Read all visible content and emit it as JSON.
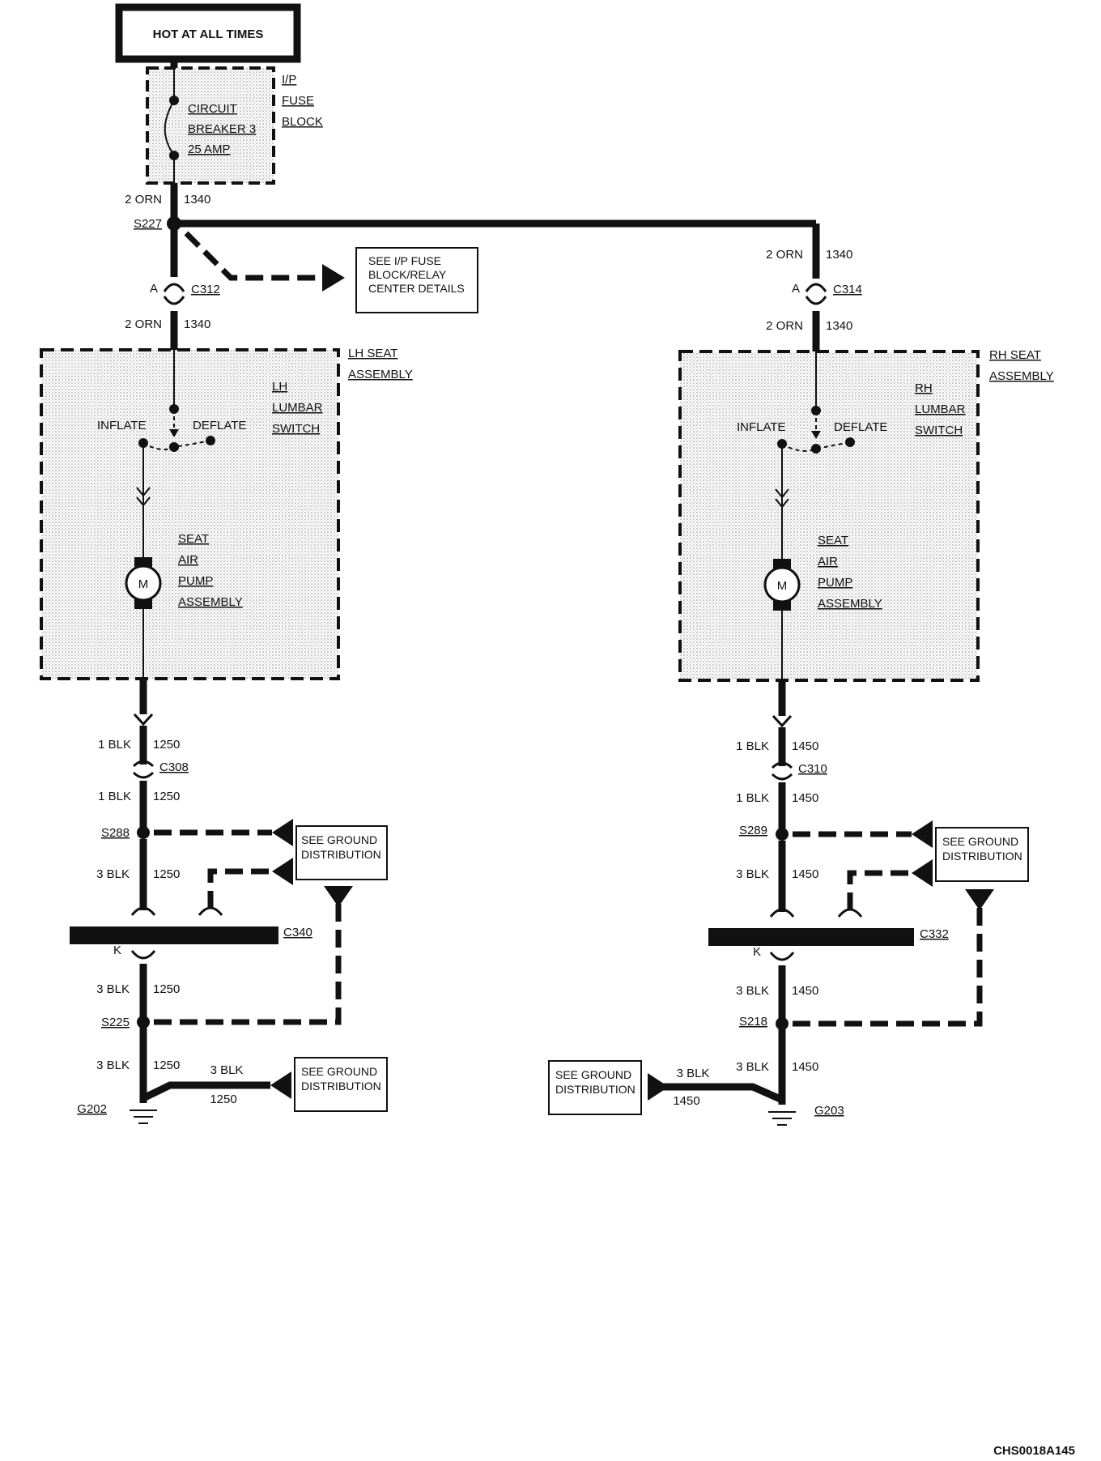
{
  "header": {
    "power_label": "HOT AT ALL TIMES"
  },
  "fuse_block": {
    "title": [
      "I/P",
      "FUSE",
      "BLOCK"
    ],
    "breaker": [
      "CIRCUIT",
      "BREAKER 3",
      "25 AMP"
    ]
  },
  "splice_top": "S227",
  "wire_orn": {
    "gauge": "2 ORN",
    "circuit": "1340"
  },
  "see_fuse": [
    "SEE I/P FUSE",
    "BLOCK/RELAY",
    "CENTER DETAILS"
  ],
  "left": {
    "pin_a": "A",
    "connector": "C312",
    "seat_title": [
      "LH SEAT",
      "ASSEMBLY"
    ],
    "switch_title": [
      "LH",
      "LUMBAR",
      "SWITCH"
    ],
    "inflate": "INFLATE",
    "deflate": "DEFLATE",
    "pump_title": [
      "SEAT",
      "AIR",
      "PUMP",
      "ASSEMBLY"
    ],
    "motor": "M",
    "wire1": {
      "gauge": "1 BLK",
      "circuit": "1250"
    },
    "connector2": "C308",
    "splice1": "S288",
    "wire3": {
      "gauge": "3 BLK",
      "circuit": "1250"
    },
    "connector3": "C340",
    "pin_k": "K",
    "splice2": "S225",
    "ground": "G202",
    "see_ground": [
      "SEE GROUND",
      "DISTRIBUTION"
    ]
  },
  "right": {
    "pin_a": "A",
    "connector": "C314",
    "seat_title": [
      "RH SEAT",
      "ASSEMBLY"
    ],
    "switch_title": [
      "RH",
      "LUMBAR",
      "SWITCH"
    ],
    "inflate": "INFLATE",
    "deflate": "DEFLATE",
    "pump_title": [
      "SEAT",
      "AIR",
      "PUMP",
      "ASSEMBLY"
    ],
    "motor": "M",
    "wire1": {
      "gauge": "1 BLK",
      "circuit": "1450"
    },
    "connector2": "C310",
    "splice1": "S289",
    "wire3": {
      "gauge": "3 BLK",
      "circuit": "1450"
    },
    "connector3": "C332",
    "pin_k": "K",
    "splice2": "S218",
    "ground": "G203",
    "see_ground": [
      "SEE GROUND",
      "DISTRIBUTION"
    ]
  },
  "footer_code": "CHS0018A145"
}
